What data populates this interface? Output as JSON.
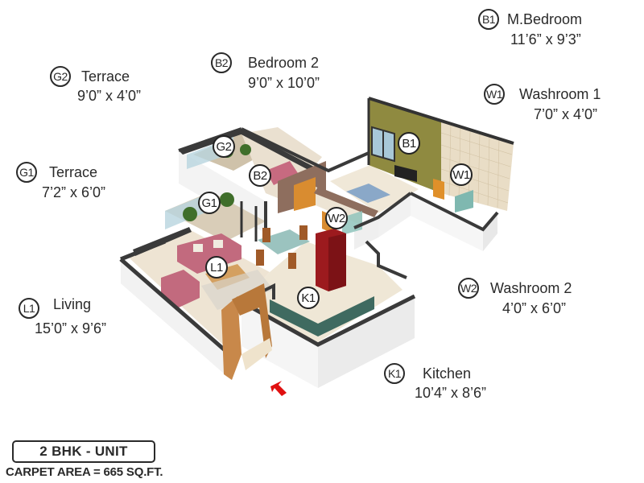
{
  "unit": {
    "type_label": "2 BHK - UNIT",
    "carpet_area": "CARPET AREA = 665 SQ.FT."
  },
  "rooms": {
    "b1": {
      "code": "B1",
      "name": "M.Bedroom",
      "dims": "11’6” x 9’3”"
    },
    "w1": {
      "code": "W1",
      "name": "Washroom 1",
      "dims": "7’0” x 4’0”"
    },
    "b2": {
      "code": "B2",
      "name": "Bedroom 2",
      "dims": "9’0” x 10’0”"
    },
    "g2": {
      "code": "G2",
      "name": "Terrace",
      "dims": "9’0” x 4’0”"
    },
    "g1": {
      "code": "G1",
      "name": "Terrace",
      "dims": "7’2” x 6’0”"
    },
    "l1": {
      "code": "L1",
      "name": "Living",
      "dims": "15’0” x 9’6”"
    },
    "w2": {
      "code": "W2",
      "name": "Washroom 2",
      "dims": "4’0” x 6’0”"
    },
    "k1": {
      "code": "K1",
      "name": "Kitchen",
      "dims": "10’4” x 8’6”"
    }
  },
  "plan_markers": {
    "b1": "B1",
    "w1": "W1",
    "b2": "B2",
    "g2": "G2",
    "g1": "G1",
    "l1": "L1",
    "w2": "W2",
    "k1": "K1"
  },
  "colors": {
    "wall_top": "#3a3a3a",
    "wall_face": "#f4f4f4",
    "bedroom_wall": "#8e8a3e",
    "tile_wall": "#e8dcc4",
    "floor": "#efe6d6",
    "sofa": "#c26a7e",
    "fridge": "#9c1a1e",
    "entry_arrow": "#e01010"
  }
}
